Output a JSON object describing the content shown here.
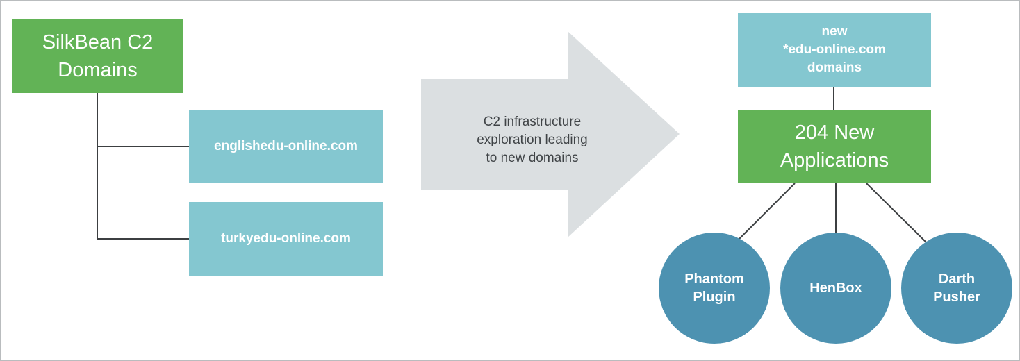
{
  "source_box": {
    "lines": [
      "SilkBean C2",
      "Domains"
    ]
  },
  "known_domains": [
    {
      "label": "englishedu-online.com"
    },
    {
      "label": "turkyedu-online.com"
    }
  ],
  "arrow": {
    "lines": [
      "C2 infrastructure",
      "exploration leading",
      "to new domains"
    ]
  },
  "new_domains_box": {
    "lines": [
      "new",
      "*edu-online.com",
      "domains"
    ]
  },
  "applications_box": {
    "lines": [
      "204 New",
      "Applications"
    ]
  },
  "families": [
    {
      "lines": [
        "Phantom",
        "Plugin"
      ]
    },
    {
      "lines": [
        "HenBox"
      ]
    },
    {
      "lines": [
        "Darth",
        "Pusher"
      ]
    }
  ],
  "colors": {
    "green": "#62b356",
    "teal": "#84c7d0",
    "circle": "#4d92b1",
    "arrow": "#dbdfe1",
    "connector": "#3c3f41"
  }
}
